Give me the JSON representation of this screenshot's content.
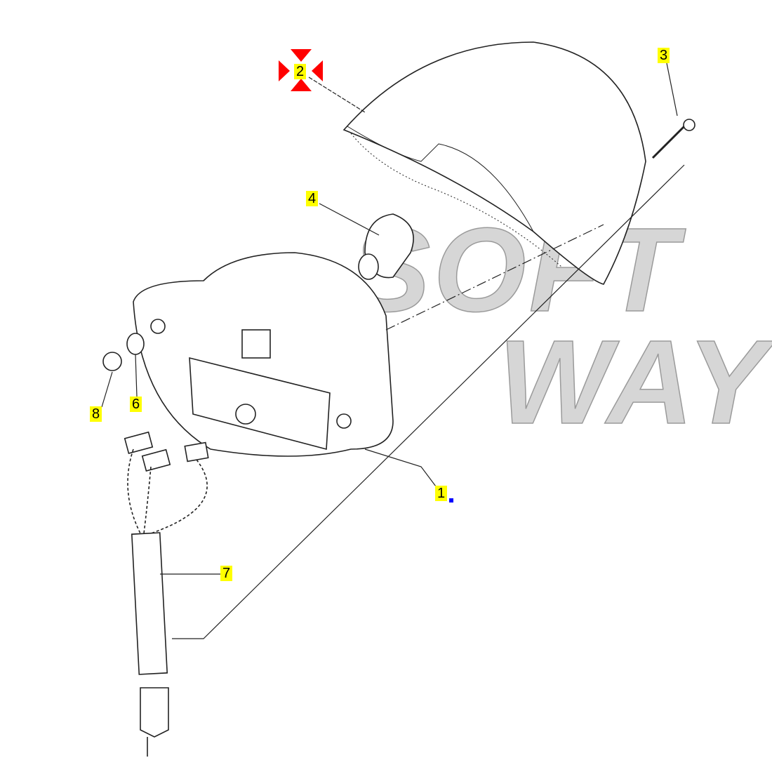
{
  "diagram": {
    "watermark": [
      "SOFT",
      "WAY"
    ],
    "callouts": [
      {
        "id": "1",
        "label": "1"
      },
      {
        "id": "2",
        "label": "2",
        "selected": true
      },
      {
        "id": "3",
        "label": "3"
      },
      {
        "id": "4",
        "label": "4"
      },
      {
        "id": "6",
        "label": "6"
      },
      {
        "id": "7",
        "label": "7"
      },
      {
        "id": "8",
        "label": "8"
      }
    ],
    "colors": {
      "callout_bg": "#ffff00",
      "selection_marker": "#ff0000",
      "cursor_marker": "#0000ff"
    }
  }
}
